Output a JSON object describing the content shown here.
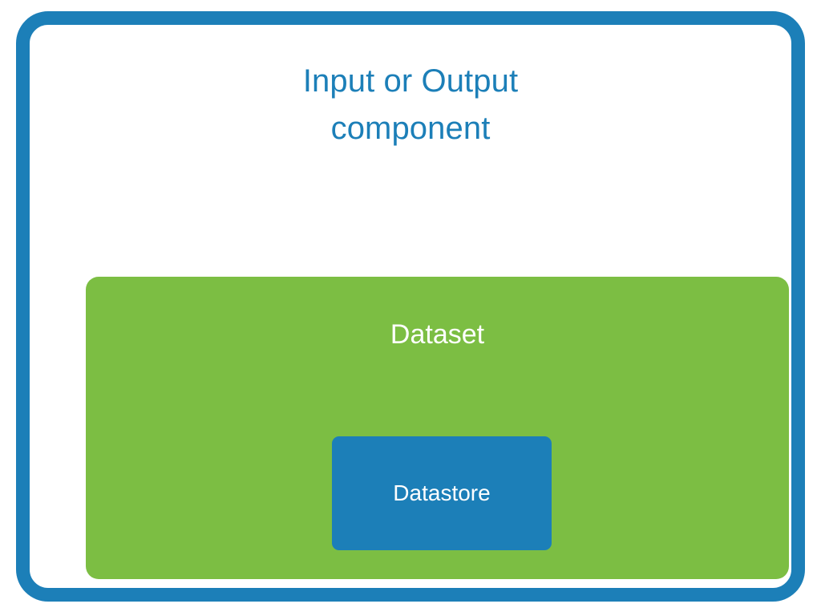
{
  "diagram": {
    "type": "nested-containment",
    "title": "Input or Output\ncomponent",
    "title_line1": "Input or Output",
    "title_line2": "component",
    "colors": {
      "accent_blue": "#1c7fb8",
      "dataset_green": "#7cbe43",
      "canvas_white": "#ffffff",
      "label_white": "#ffffff"
    },
    "outer": {
      "name": "Input or Output component",
      "label": "Input or Output\ncomponent",
      "fill": "#ffffff",
      "stroke": "#1c7fb8"
    },
    "dataset": {
      "label": "Dataset",
      "fill": "#7cbe43",
      "text_color": "#ffffff"
    },
    "datastore": {
      "label": "Datastore",
      "fill": "#1c7fb8",
      "text_color": "#ffffff"
    },
    "hierarchy": [
      "Input or Output component",
      "Dataset",
      "Datastore"
    ]
  }
}
